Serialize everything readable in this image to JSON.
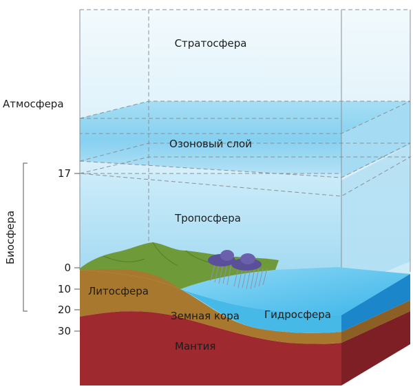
{
  "labels": {
    "atmosphere": "Атмосфера",
    "stratosphere": "Стратосфера",
    "ozone": "Озоновый слой",
    "troposphere": "Тропосфера",
    "biosphere": "Биосфера",
    "lithosphere": "Литосфера",
    "crust": "Земная кора",
    "hydrosphere": "Гидросфера",
    "mantle": "Мантия"
  },
  "scale": {
    "t17": "17",
    "t0": "0",
    "t10": "10",
    "t20": "20",
    "t30": "30"
  },
  "colors": {
    "sky_top": "#eaf6fc",
    "sky_bottom": "#a9dcf2",
    "ozone": "#8fd3f0",
    "land": "#6f9a3a",
    "crust": "#a8782f",
    "crust_side": "#8c6024",
    "mantle": "#9e2a2f",
    "mantle_side": "#7d1f24",
    "water_top": "#4fc1ec",
    "water_side": "#1b86c9",
    "cloud": "#5a4f99"
  }
}
